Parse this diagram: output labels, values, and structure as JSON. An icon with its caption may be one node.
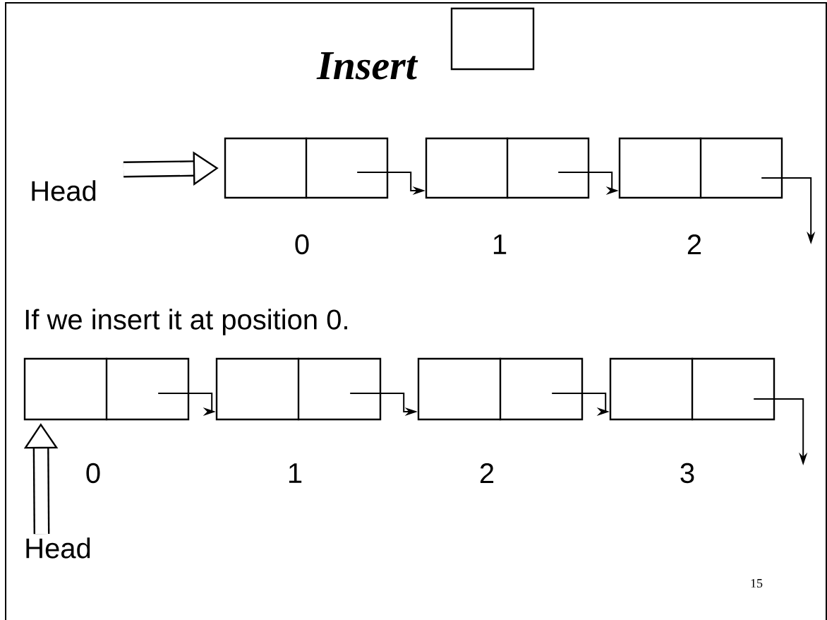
{
  "diagram": {
    "title": "Insert",
    "nodes": [
      {
        "text": [],
        "shape": "box"
      },
      {
        "text": [
          "Head"
        ]
      },
      {
        "text": [],
        "shape": "box"
      },
      {
        "text": [],
        "shape": "box"
      },
      {
        "text": [],
        "shape": "box"
      },
      {
        "text": [
          "Head"
        ]
      },
      {
        "text": [],
        "shape": "box"
      },
      {
        "text": [],
        "shape": "box"
      },
      {
        "text": [],
        "shape": "box"
      },
      {
        "text": [],
        "shape": "box"
      }
    ],
    "edges": [
      {
        "from": 1,
        "to": 2,
        "arrow": "to",
        "style": "thick"
      },
      {
        "from": 2,
        "to": 3,
        "arrow": "to"
      },
      {
        "from": 3,
        "to": 4,
        "arrow": "to"
      },
      {
        "from": 4,
        "to": null,
        "arrow": "to"
      },
      {
        "from": 5,
        "to": 6,
        "arrow": "to",
        "style": "thick"
      },
      {
        "from": 6,
        "to": 7,
        "arrow": "to"
      },
      {
        "from": 7,
        "to": 8,
        "arrow": "to"
      },
      {
        "from": 8,
        "to": 9,
        "arrow": "to"
      },
      {
        "from": 9,
        "to": null,
        "arrow": "to"
      }
    ],
    "labels": [
      "0",
      "1",
      "2",
      "If we insert it at position 0.",
      "0",
      "1",
      "2",
      "3",
      "15"
    ]
  }
}
